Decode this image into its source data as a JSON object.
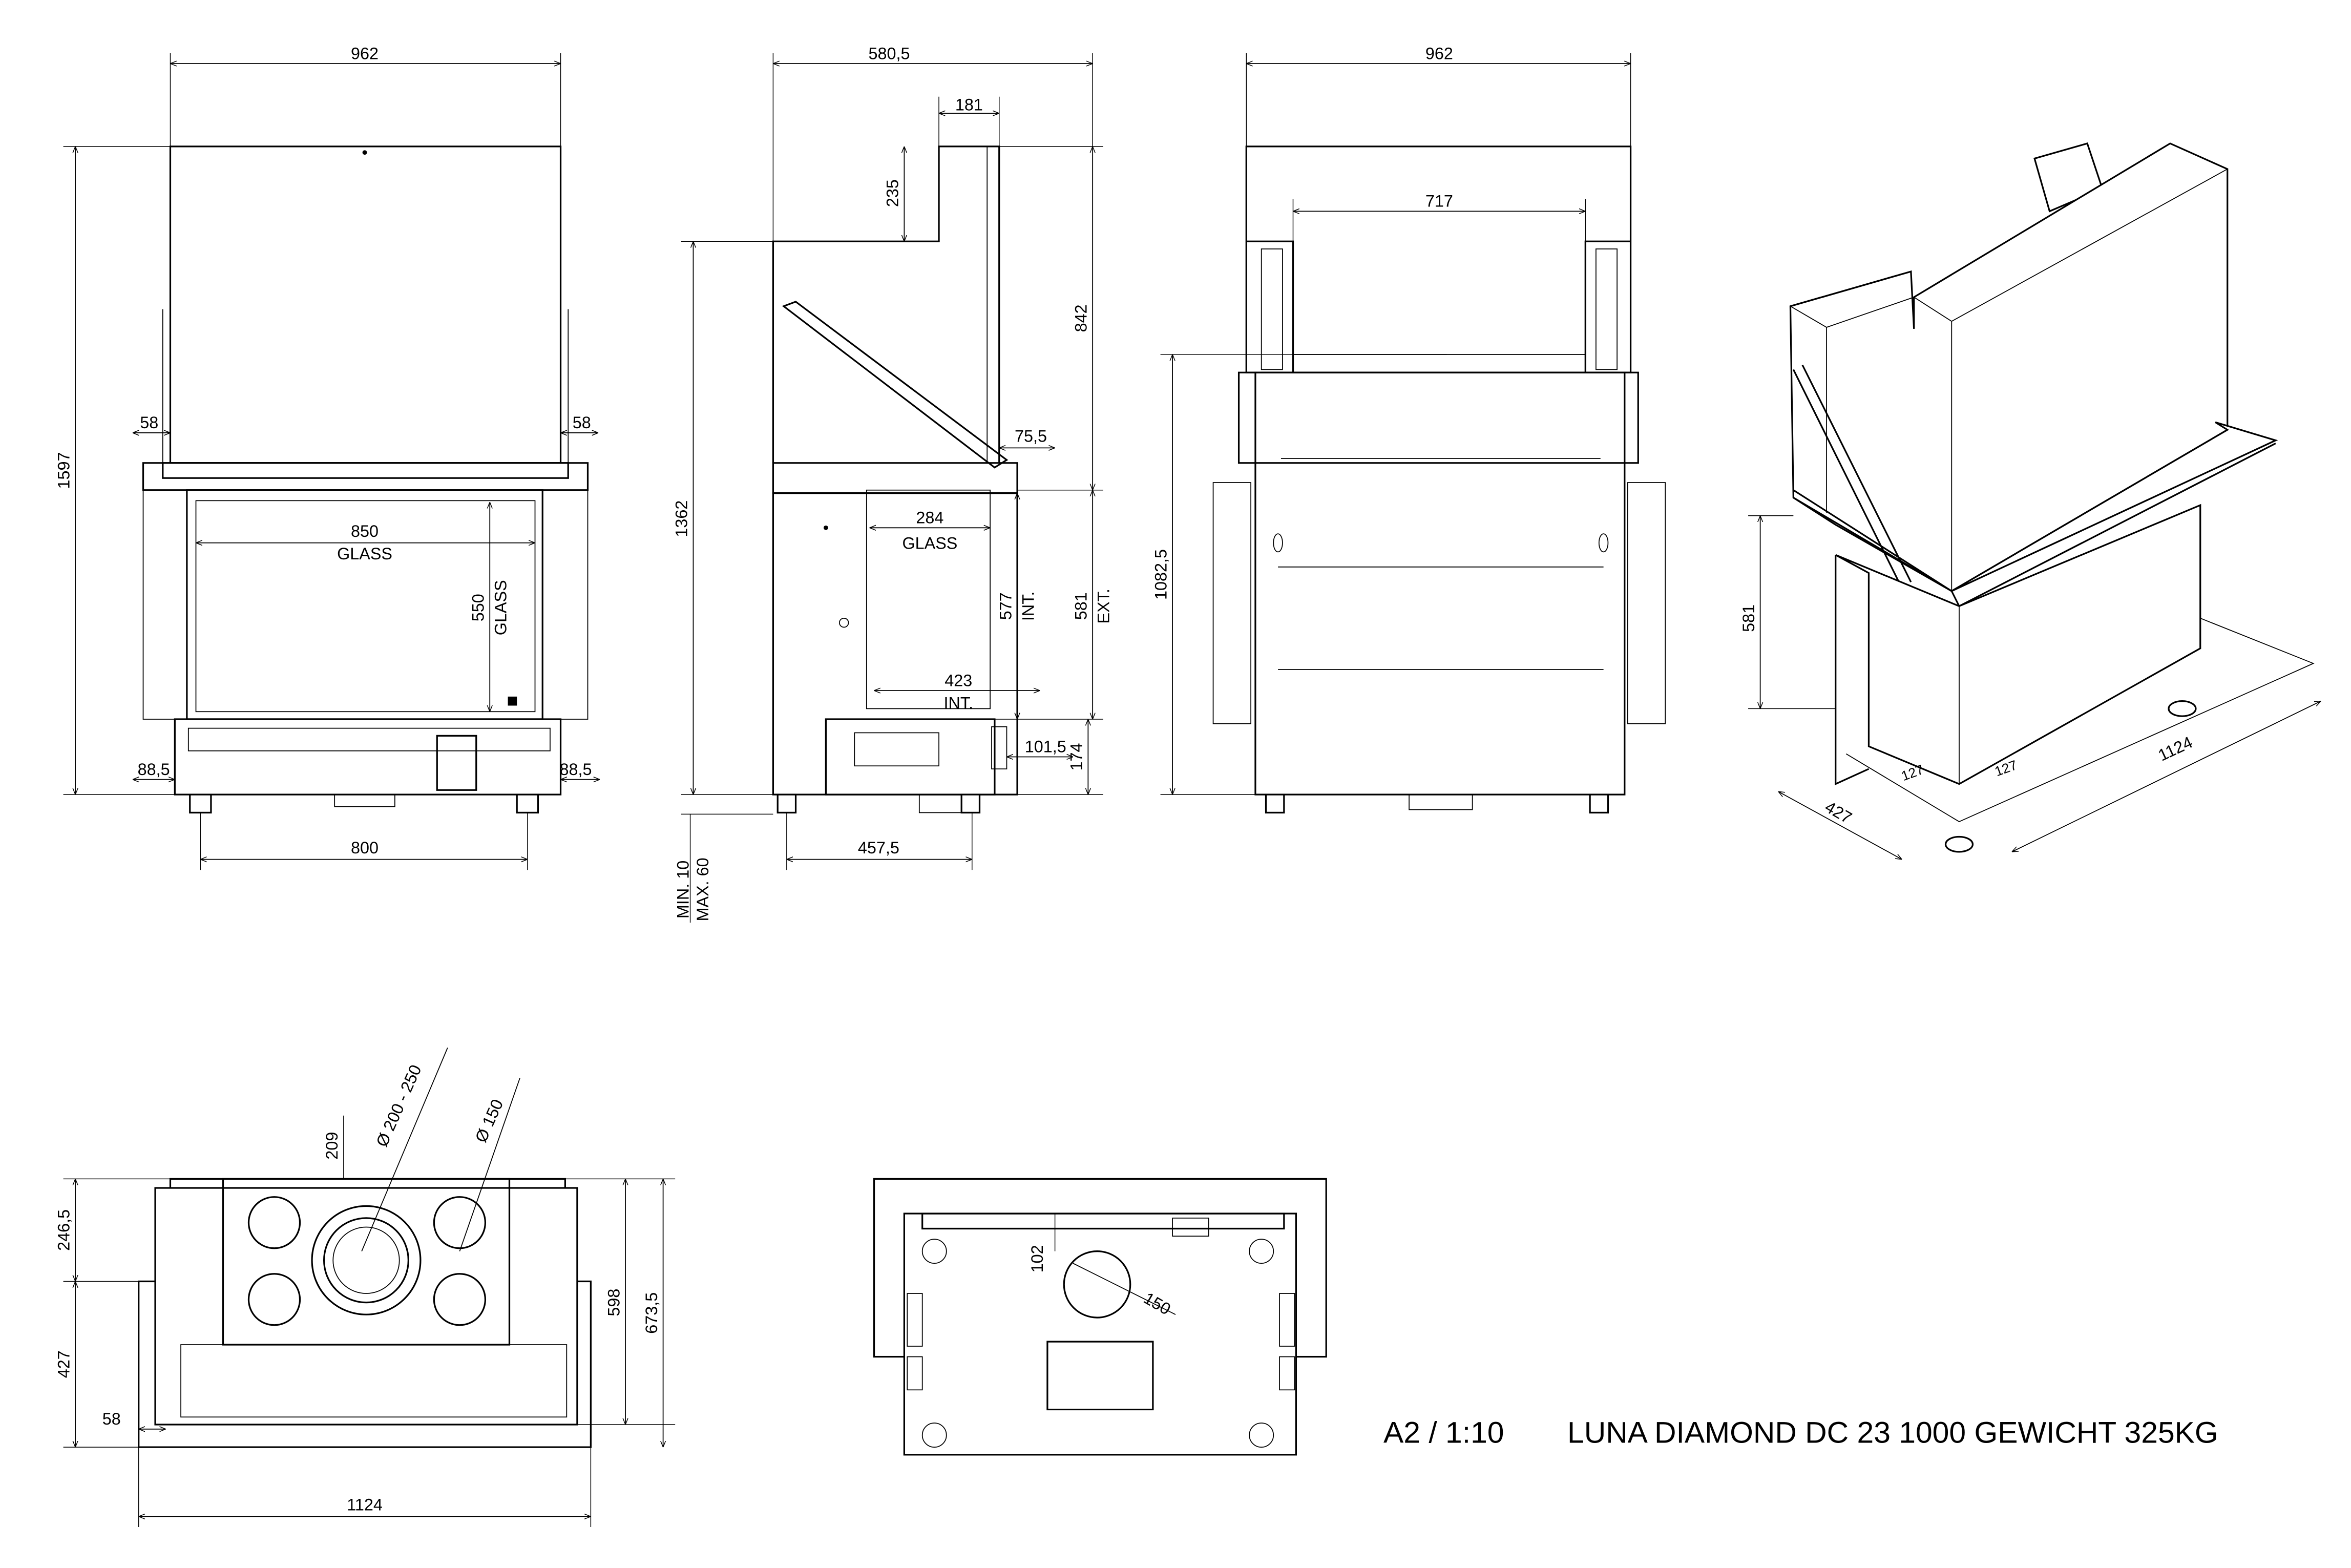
{
  "title_block": {
    "scale": "A2 / 1:10",
    "product": "LUNA DIAMOND DC 23 1000 GEWICHT 325KG"
  },
  "front_view": {
    "width_total": "962",
    "height_total": "1597",
    "side_left": "58",
    "side_right": "58",
    "glass_width": "850",
    "glass_width_label": "GLASS",
    "glass_height": "550",
    "glass_height_label": "GLASS",
    "base_left": "88,5",
    "base_right": "88,5",
    "feet_spacing": "800"
  },
  "side_view": {
    "depth_total": "580,5",
    "top_offset": "181",
    "top_step": "235",
    "upper_height": "842",
    "base_height": "1362",
    "lip": "75,5",
    "glass_width": "284",
    "glass_label": "GLASS",
    "int_height": "577",
    "int_height_label": "INT.",
    "ext_height": "581",
    "ext_height_label": "EXT.",
    "int_depth": "423",
    "int_depth_label": "INT.",
    "duct_offset": "101,5",
    "plinth_height": "174",
    "feet_spacing": "457,5",
    "leg_min": "MIN. 10",
    "leg_max": "MAX. 60"
  },
  "back_view": {
    "width_total": "962",
    "inner_width": "717",
    "height": "1082,5"
  },
  "iso_view": {
    "height": "581",
    "length": "1124",
    "depth": "427",
    "corner_a": "127",
    "corner_b": "127"
  },
  "top_view": {
    "offset": "209",
    "outlet_main": "Ø 200 - 250",
    "outlet_small": "Ø 150",
    "depth_rear": "246,5",
    "depth_front": "427",
    "side": "58",
    "width": "1124",
    "depth_a": "598",
    "depth_b": "673,5"
  },
  "bottom_view": {
    "offset": "102",
    "inlet": "150"
  }
}
